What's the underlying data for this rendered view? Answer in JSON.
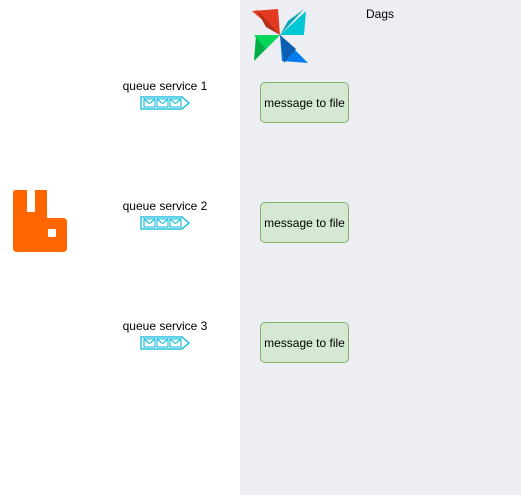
{
  "panel": {
    "title": "Dags"
  },
  "icons": {
    "airflow": "airflow-pinwheel-icon",
    "rabbitmq": "rabbitmq-icon",
    "queue": "message-queue-icon"
  },
  "colors": {
    "panel_bg": "#eceef3",
    "box_fill": "#d5e8d4",
    "box_border": "#82b366",
    "rabbit_orange": "#ff6600",
    "queue_cyan": "#00b8d9"
  },
  "queues": [
    {
      "label": "queue service 1",
      "target": "message to file"
    },
    {
      "label": "queue service 2",
      "target": "message to file"
    },
    {
      "label": "queue service 3",
      "target": "message to file"
    }
  ]
}
